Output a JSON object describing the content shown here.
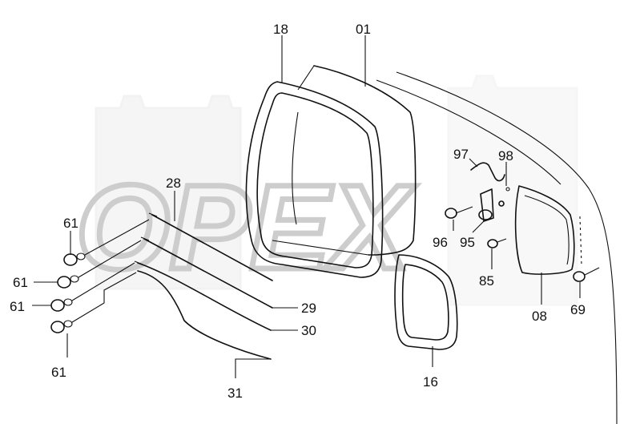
{
  "watermark": {
    "text": "OPEX"
  },
  "corner_note": "",
  "callouts": {
    "c01": "01",
    "c18": "18",
    "c28": "28",
    "c61a": "61",
    "c61b": "61",
    "c61c": "61",
    "c61d": "61",
    "c29": "29",
    "c30": "30",
    "c31": "31",
    "c97": "97",
    "c98": "98",
    "c96": "96",
    "c95": "95",
    "c85": "85",
    "c16": "16",
    "c08": "08",
    "c69": "69"
  }
}
